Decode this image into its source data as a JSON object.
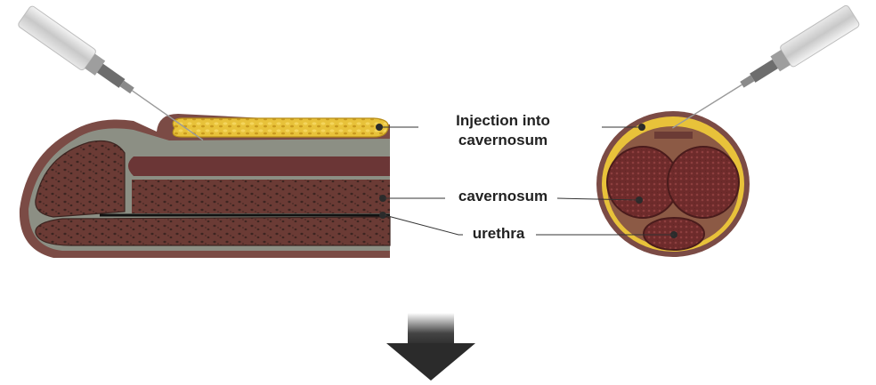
{
  "labels": {
    "injection_line1": "Injection into",
    "injection_line2": "cavernosum",
    "cavernosum": "cavernosum",
    "urethra": "urethra"
  },
  "colors": {
    "outer_skin": "#7b4b45",
    "tunica_grey": "#8c8f84",
    "tissue_dark": "#6b3b35",
    "spots": "#3d2521",
    "urethra_line": "#111111",
    "injected_yellow": "#e8c23a",
    "cross_section_red": "#6e2b2b",
    "arrow": "#2b2b2b"
  }
}
